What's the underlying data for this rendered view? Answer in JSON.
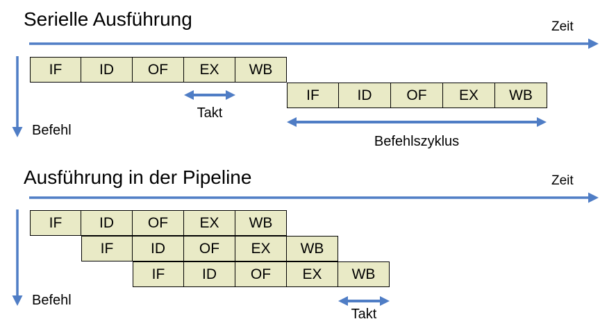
{
  "colors": {
    "box_fill": "#e9eac6",
    "box_border": "#000000",
    "arrow": "#4f7dc5",
    "text": "#000000"
  },
  "stages": [
    "IF",
    "ID",
    "OF",
    "EX",
    "WB"
  ],
  "serial": {
    "title": "Serielle Ausführung",
    "time_axis_label": "Zeit",
    "instruction_axis_label": "Befehl",
    "clock_label": "Takt",
    "cycle_label": "Befehlszyklus"
  },
  "pipeline": {
    "title": "Ausführung in der Pipeline",
    "time_axis_label": "Zeit",
    "instruction_axis_label": "Befehl",
    "clock_label": "Takt"
  }
}
